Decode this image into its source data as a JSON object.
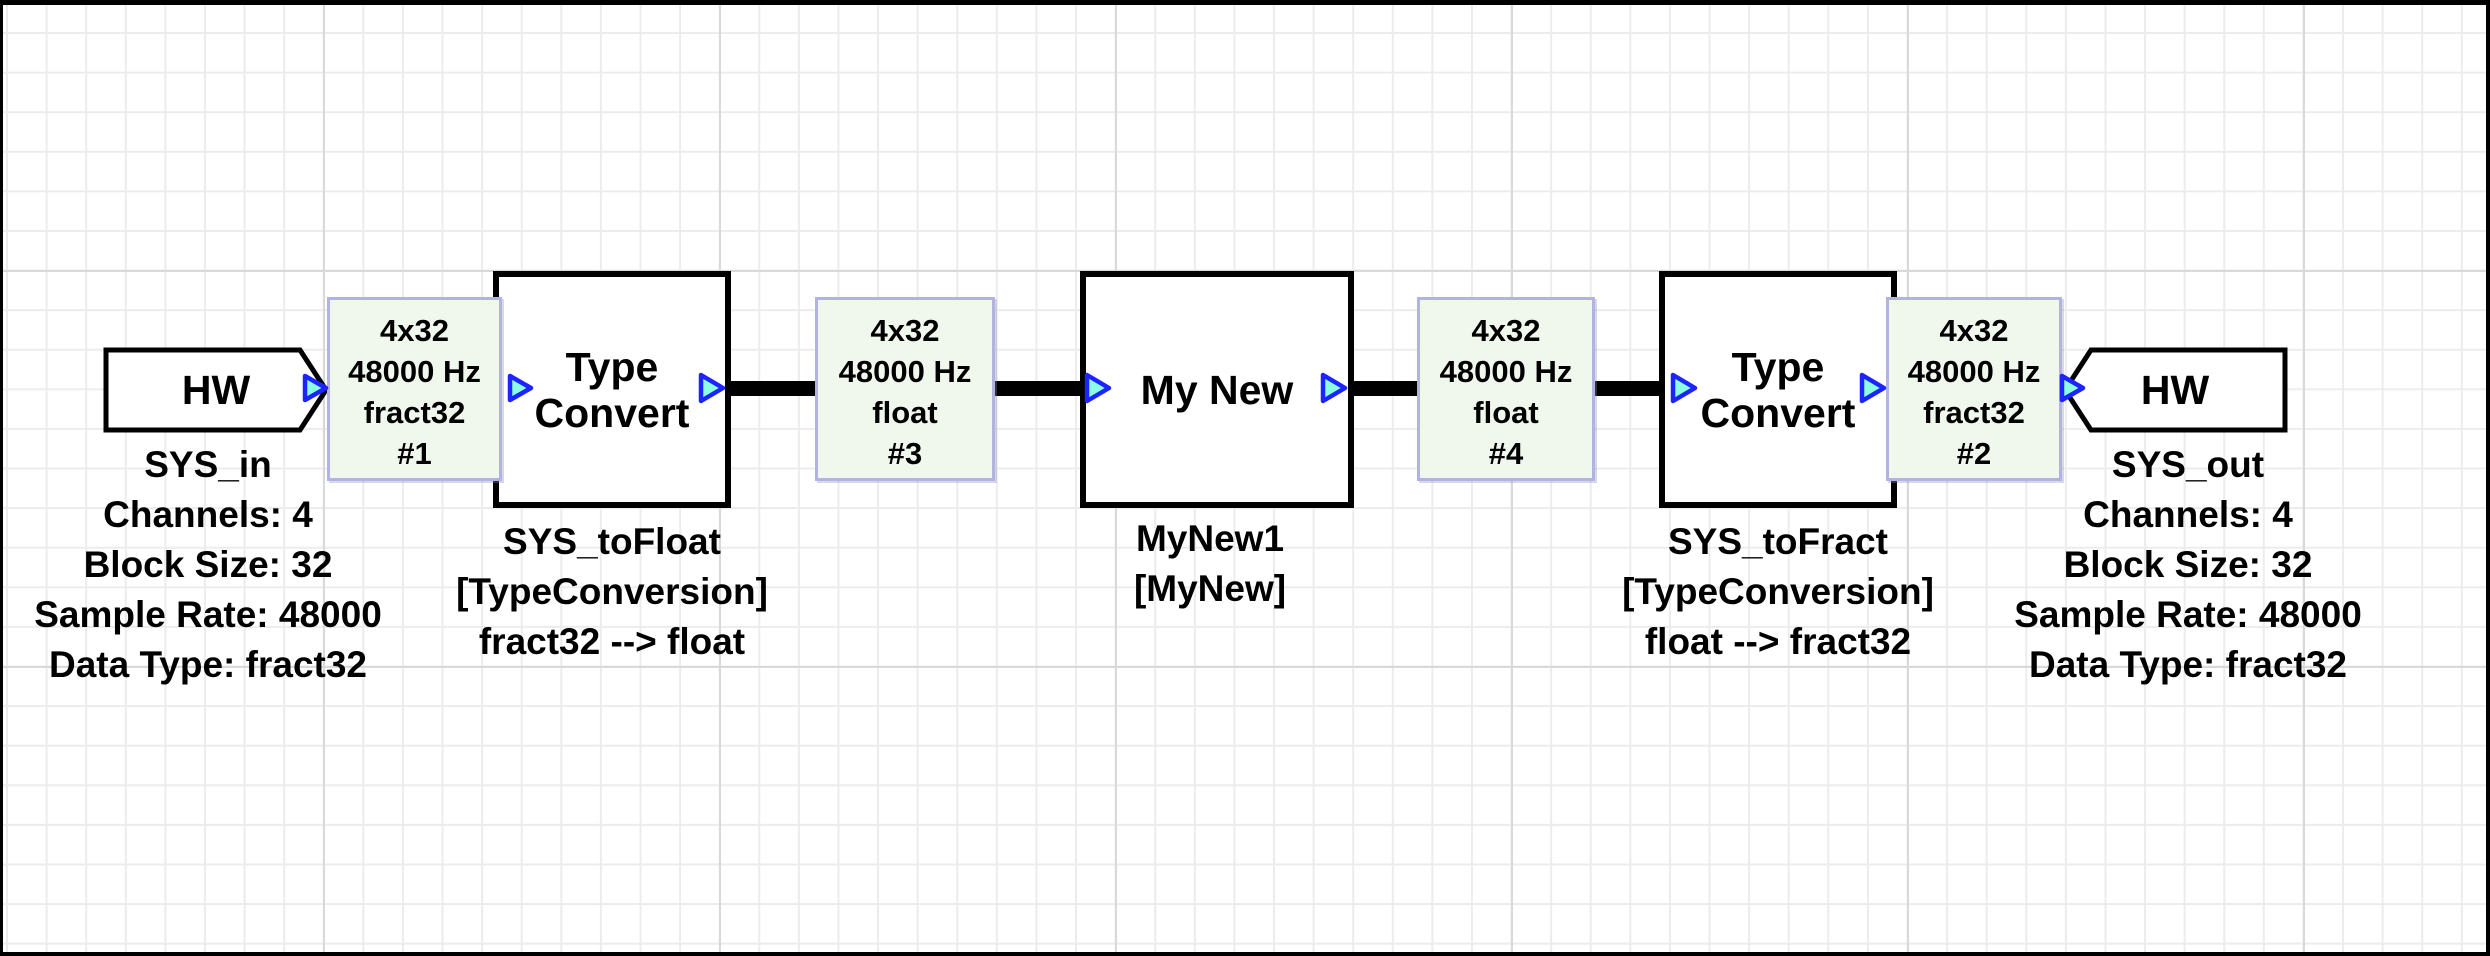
{
  "colors": {
    "canvas_bg": "#ffffff",
    "grid_minor": "#ececec",
    "grid_major": "#d9d9d9",
    "frame": "#000000",
    "block_bg": "#ffffff",
    "block_border": "#000000",
    "wire": "#000000",
    "badge_bg": "#f0f7ec",
    "badge_border": "#b2b2e4",
    "pin_fill": "#8cffe2",
    "pin_stroke": "#1e24ff",
    "text": "#000000"
  },
  "nodes": [
    {
      "kind": "hw-input",
      "label": "HW",
      "annotation": [
        "SYS_in",
        "Channels: 4",
        "Block Size: 32",
        "Sample Rate: 48000",
        "Data Type: fract32"
      ]
    },
    {
      "kind": "module",
      "label": "Type Convert",
      "annotation": [
        "SYS_toFloat",
        "[TypeConversion]",
        "fract32 --> float"
      ]
    },
    {
      "kind": "module",
      "label": "My New",
      "annotation": [
        "MyNew1",
        "[MyNew]"
      ]
    },
    {
      "kind": "module",
      "label": "Type Convert",
      "annotation": [
        "SYS_toFract",
        "[TypeConversion]",
        "float --> fract32"
      ]
    },
    {
      "kind": "hw-output",
      "label": "HW",
      "annotation": [
        "SYS_out",
        "Channels: 4",
        "Block Size: 32",
        "Sample Rate: 48000",
        "Data Type: fract32"
      ]
    }
  ],
  "badges": [
    {
      "lines": [
        "4x32",
        "48000 Hz",
        "fract32",
        "#1"
      ]
    },
    {
      "lines": [
        "4x32",
        "48000 Hz",
        "float",
        "#3"
      ]
    },
    {
      "lines": [
        "4x32",
        "48000 Hz",
        "float",
        "#4"
      ]
    },
    {
      "lines": [
        "4x32",
        "48000 Hz",
        "fract32",
        "#2"
      ]
    }
  ]
}
